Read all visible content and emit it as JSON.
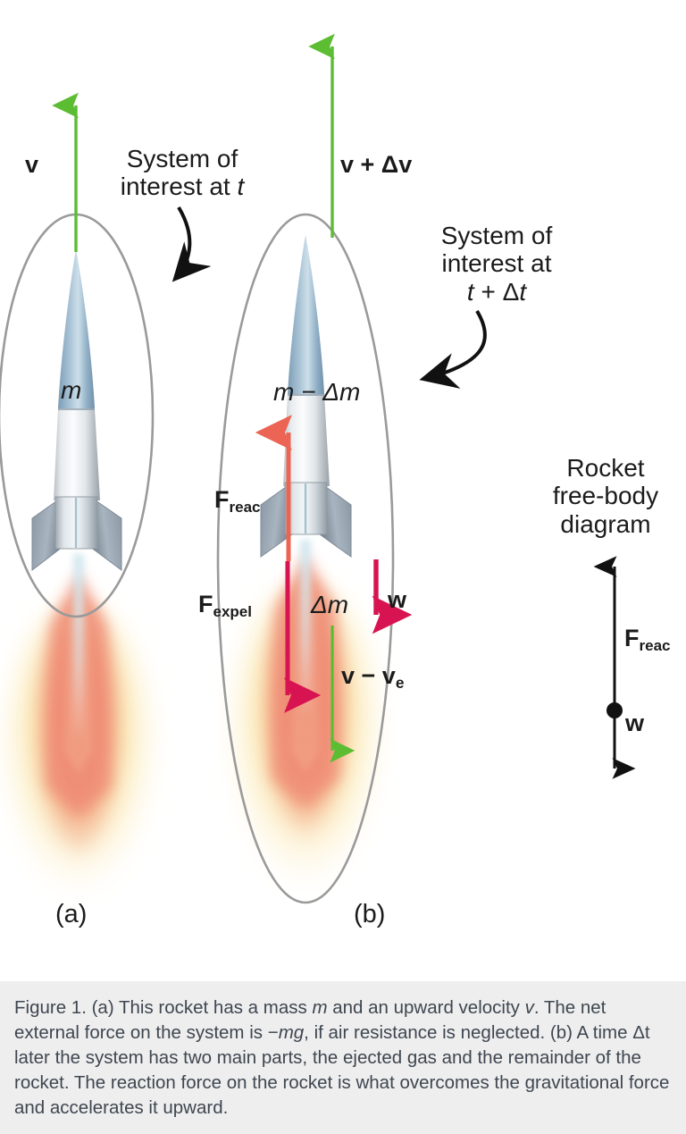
{
  "figure": {
    "caption_prefix": "Figure 1.",
    "caption": "Figure 1. (a) This rocket has a mass m and an upward velocity v. The net external force on the system is −mg, if air resistance is neglected. (b) A time Δt later the system has two main parts, the ejected gas and the remainder of the rocket. The reaction force on the rocket is what overcomes the gravitational force and accelerates it upward.",
    "background_color": "#ffffff",
    "caption_background_color": "#eeeeee",
    "caption_text_color": "#3e4650"
  },
  "panel_a": {
    "panel_label": "(a)",
    "velocity_label": "v",
    "mass_label": "m",
    "callout_line1": "System of",
    "callout_line2": "interest at t",
    "system_boundary": "ellipse-outline",
    "boundary_color": "#9a9a9a",
    "velocity_arrow_color": "#5cbd33"
  },
  "panel_b": {
    "panel_label": "(b)",
    "velocity_label": "v + Δv",
    "mass_label": "m − Δm",
    "ejected_mass_label": "Δm",
    "exhaust_velocity_label": "v − v",
    "exhaust_velocity_sub": "e",
    "force_reaction_label": "F",
    "force_reaction_sub": "reac",
    "force_expel_label": "F",
    "force_expel_sub": "expel",
    "weight_label": "w",
    "callout_line1": "System of",
    "callout_line2": "interest at",
    "callout_line3": "t + Δt",
    "boundary_color": "#9a9a9a",
    "velocity_arrow_color": "#5cbd33",
    "reaction_arrow_color": "#ec6453",
    "expel_arrow_color": "#d71451",
    "weight_arrow_color": "#d71451"
  },
  "free_body": {
    "title_line1": "Rocket",
    "title_line2": "free-body",
    "title_line3": "diagram",
    "force_reaction_label": "F",
    "force_reaction_sub": "reac",
    "weight_label": "w",
    "point_mass": "dot",
    "arrow_color": "#111111"
  },
  "rocket": {
    "nose_color": "#8fadc4",
    "body_color": "#e9edef",
    "fin_color": "#9aa7b2",
    "flame_core_color": "#f08a72",
    "flame_halo_color": "#f6d36a"
  }
}
